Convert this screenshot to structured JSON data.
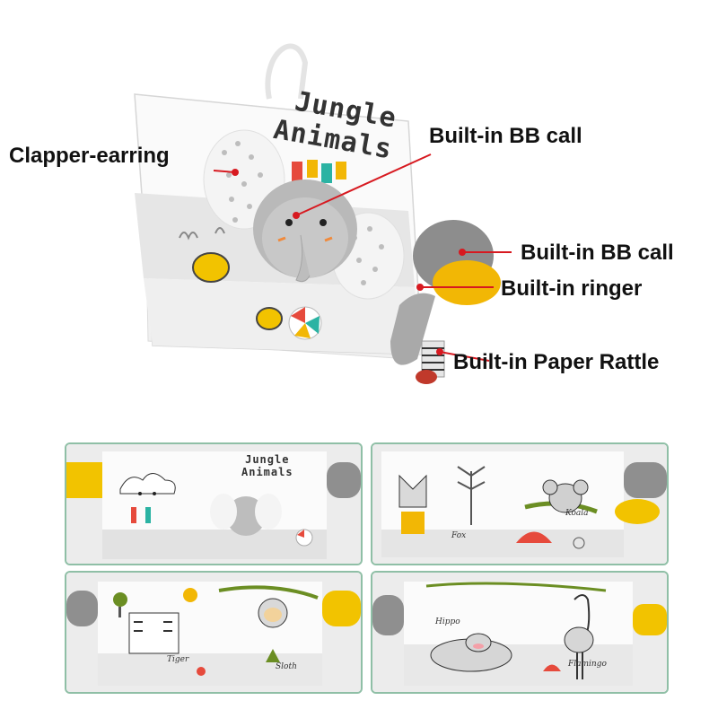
{
  "hero": {
    "book_title_line1": "Jungle",
    "book_title_line2": "Animals",
    "callouts": [
      {
        "label": "Clapper-earring"
      },
      {
        "label": "Built-in BB call"
      },
      {
        "label": "Built-in BB call"
      },
      {
        "label": "Built-in ringer"
      },
      {
        "label": "Built-in Paper Rattle"
      }
    ]
  },
  "panels": [
    {
      "title_line1": "Jungle",
      "title_line2": "Animals",
      "labels": []
    },
    {
      "labels": [
        "Fox",
        "Koala"
      ]
    },
    {
      "labels": [
        "Tiger",
        "Sloth"
      ]
    },
    {
      "labels": [
        "Hippo",
        "Flamingo"
      ]
    }
  ],
  "colors": {
    "callout_line": "#d71920",
    "panel_border": "#8fbfa6",
    "accent_yellow": "#f2b705",
    "plush_gray": "#9a9a9a"
  }
}
